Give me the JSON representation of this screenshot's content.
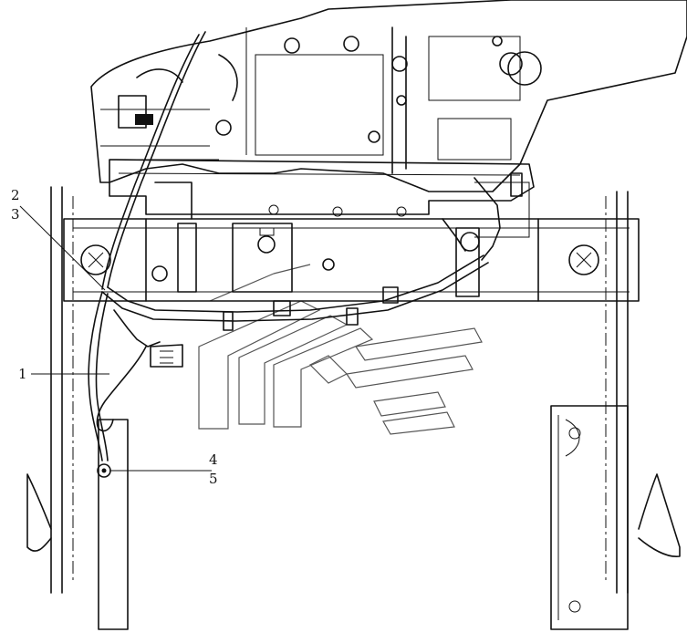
{
  "diagram": {
    "callouts": [
      {
        "id": "c2",
        "text": "2"
      },
      {
        "id": "c3",
        "text": "3"
      },
      {
        "id": "c1",
        "text": "1"
      },
      {
        "id": "c4",
        "text": "4"
      },
      {
        "id": "c5",
        "text": "5"
      }
    ]
  }
}
